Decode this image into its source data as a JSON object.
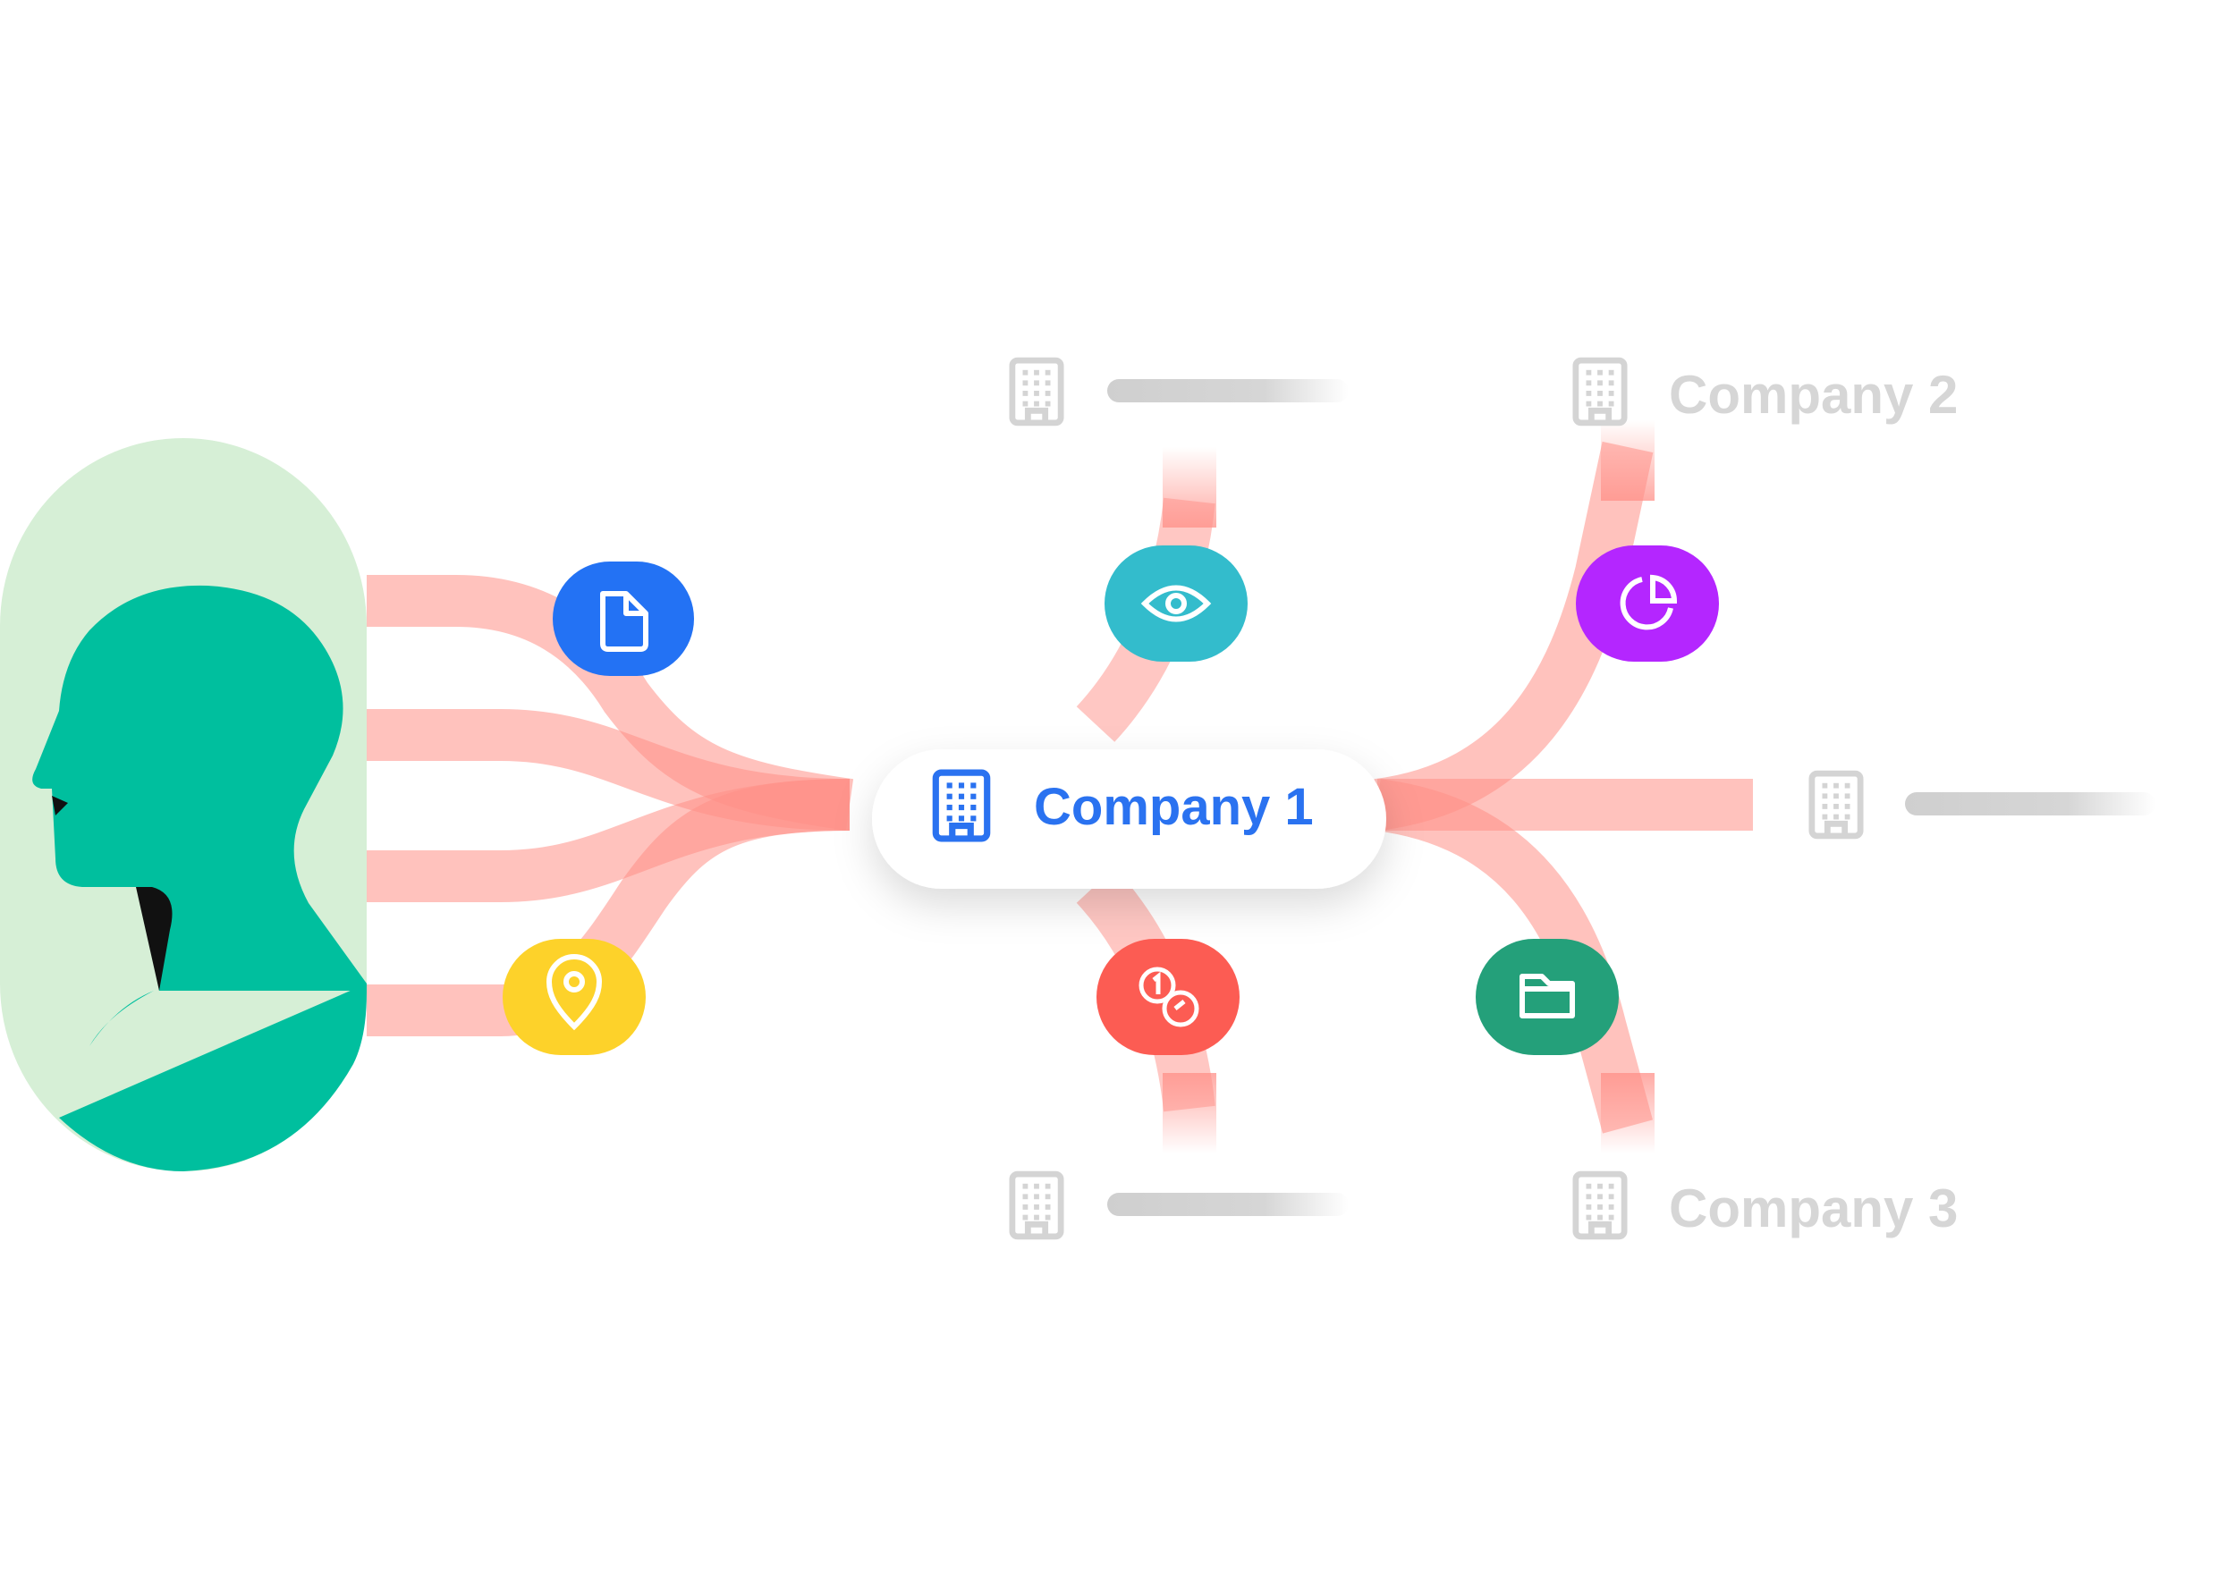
{
  "nodes": {
    "main": {
      "label": "Company 1",
      "icon": "building-icon",
      "color": "#2a72f0"
    },
    "company_2": {
      "label": "Company 2",
      "icon": "building-icon",
      "color": "#d6d6d6"
    },
    "company_3": {
      "label": "Company 3",
      "icon": "building-icon",
      "color": "#d6d6d6"
    },
    "unnamed_top": {
      "label": "",
      "icon": "building-icon"
    },
    "unnamed_right": {
      "label": "",
      "icon": "building-icon"
    },
    "unnamed_bottom": {
      "label": "",
      "icon": "building-icon"
    }
  },
  "data_badges": [
    {
      "icon": "document-icon",
      "color": "#2372f4"
    },
    {
      "icon": "location-pin-icon",
      "color": "#fdd22a"
    },
    {
      "icon": "eye-icon",
      "color": "#33bccc"
    },
    {
      "icon": "coins-icon",
      "color": "#fc5c53"
    },
    {
      "icon": "pie-chart-icon",
      "color": "#b426ff"
    },
    {
      "icon": "folder-icon",
      "color": "#24a07a"
    }
  ],
  "colors": {
    "flow": "#ff8f87",
    "person_head": "#00bf9e",
    "person_bg": "#d6efd6",
    "placeholder_bar": "#d2d2d2"
  }
}
